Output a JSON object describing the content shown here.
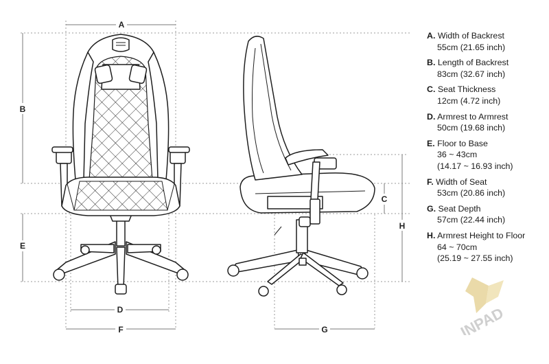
{
  "dimension_letters": [
    "A",
    "B",
    "C",
    "D",
    "E",
    "F",
    "G",
    "H"
  ],
  "specs": [
    {
      "letter": "A.",
      "name": "Width of Backrest",
      "lines": [
        "55cm (21.65 inch)"
      ]
    },
    {
      "letter": "B.",
      "name": "Length of Backrest",
      "lines": [
        "83cm (32.67 inch)"
      ]
    },
    {
      "letter": "C.",
      "name": "Seat Thickness",
      "lines": [
        "12cm (4.72 inch)"
      ]
    },
    {
      "letter": "D.",
      "name": "Armrest to Armrest",
      "lines": [
        "50cm (19.68 inch)"
      ]
    },
    {
      "letter": "E.",
      "name": "Floor to Base",
      "lines": [
        "36 ~ 43cm",
        "(14.17 ~ 16.93 inch)"
      ]
    },
    {
      "letter": "F.",
      "name": "Width of Seat",
      "lines": [
        "53cm (20.86 inch)"
      ]
    },
    {
      "letter": "G.",
      "name": "Seat Depth",
      "lines": [
        "57cm (22.44 inch)"
      ]
    },
    {
      "letter": "H.",
      "name": "Armrest Height to Floor",
      "lines": [
        "64 ~ 70cm",
        "(25.19 ~ 27.55 inch)"
      ]
    }
  ],
  "watermark": "INPAD",
  "colors": {
    "line": "#1e1e1e",
    "dimension": "#7a7a7a",
    "watermark": "#e6d49a",
    "watermark_text": "#cfcfcf"
  }
}
